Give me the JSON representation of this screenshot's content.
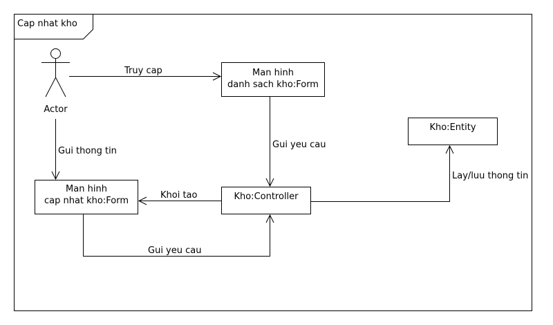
{
  "frame": {
    "title": "Cap nhat kho"
  },
  "actor": {
    "label": "Actor"
  },
  "nodes": {
    "list_form": {
      "line1": "Man hinh",
      "line2": "danh sach kho:Form"
    },
    "update_form": {
      "line1": "Man hinh",
      "line2": "cap nhat kho:Form"
    },
    "controller": {
      "label": "Kho:Controller"
    },
    "entity": {
      "label": "Kho:Entity"
    }
  },
  "messages": {
    "truy_cap": "Truy cap",
    "gui_thong_tin": "Gui thong tin",
    "gui_yeu_cau_1": "Gui yeu cau",
    "lay_luu": "Lay/luu thong tin",
    "khoi_tao": "Khoi tao",
    "gui_yeu_cau_2": "Gui yeu cau"
  }
}
